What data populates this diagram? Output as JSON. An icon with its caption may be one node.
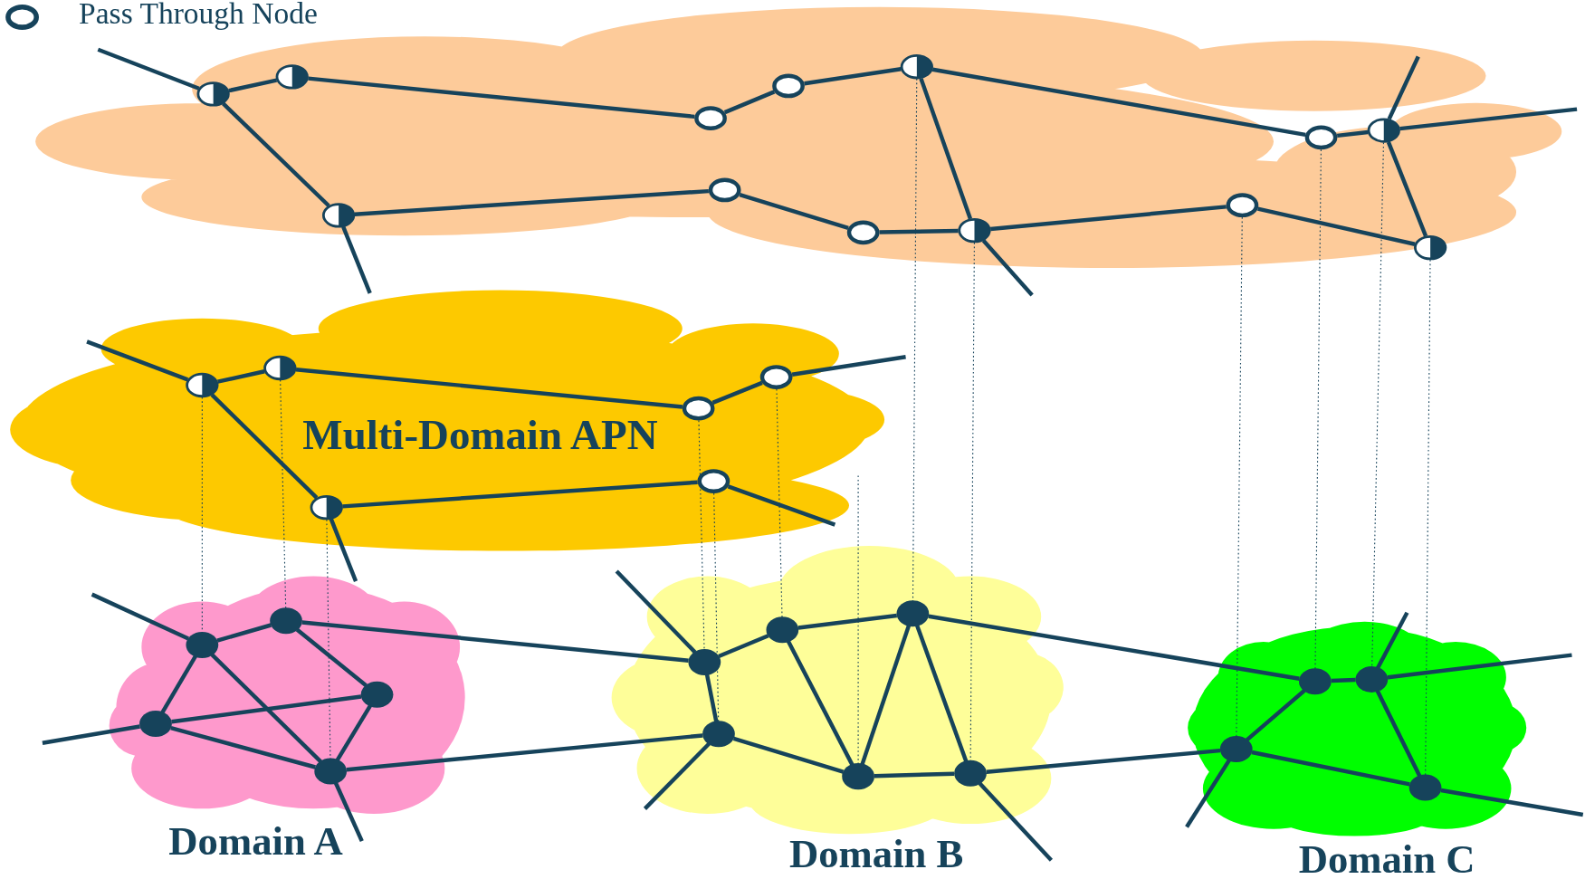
{
  "diagram": {
    "nodes": [
      {
        "text": [],
        "shape": "cloud"
      },
      {
        "text": [],
        "shape": "circle",
        "in": 0
      },
      {
        "text": [],
        "shape": "circle",
        "in": 0
      },
      {
        "text": [],
        "shape": "circle",
        "in": 0
      },
      {
        "text": [],
        "shape": "circle",
        "in": 0
      },
      {
        "text": [],
        "shape": "circle",
        "in": 0
      },
      {
        "text": [],
        "shape": "circle",
        "in": 0
      },
      {
        "text": [],
        "shape": "circle",
        "in": 0
      },
      {
        "text": [],
        "shape": "circle",
        "in": 0
      },
      {
        "text": [],
        "shape": "circle",
        "in": 0
      },
      {
        "text": [],
        "shape": "circle",
        "in": 0
      },
      {
        "text": [],
        "shape": "circle",
        "in": 0
      },
      {
        "text": [],
        "shape": "circle",
        "in": 0
      },
      {
        "text": [],
        "shape": "circle",
        "in": 0
      },
      {
        "text": [
          "Multi-Domain APN"
        ]
      },
      {
        "text": [],
        "shape": "circle",
        "in": 14
      },
      {
        "text": [],
        "shape": "circle",
        "in": 14
      },
      {
        "text": [],
        "shape": "circle",
        "in": 14
      },
      {
        "text": [],
        "shape": "circle",
        "in": 14
      },
      {
        "text": [],
        "shape": "circle",
        "in": 14
      },
      {
        "text": [],
        "shape": "circle",
        "in": 14
      },
      {
        "text": [
          "Domain A"
        ]
      },
      {
        "text": [],
        "shape": "circle",
        "in": 21
      },
      {
        "text": [],
        "shape": "circle",
        "in": 21
      },
      {
        "text": [],
        "shape": "circle",
        "in": 21
      },
      {
        "text": [],
        "shape": "circle",
        "in": 21
      },
      {
        "text": [],
        "shape": "circle",
        "in": 21
      },
      {
        "text": [
          "Domain B"
        ]
      },
      {
        "text": [],
        "shape": "circle",
        "in": 27
      },
      {
        "text": [],
        "shape": "circle",
        "in": 27
      },
      {
        "text": [],
        "shape": "circle",
        "in": 27
      },
      {
        "text": [],
        "shape": "circle",
        "in": 27
      },
      {
        "text": [],
        "shape": "circle",
        "in": 27
      },
      {
        "text": [],
        "shape": "circle",
        "in": 27
      },
      {
        "text": [
          "Domain C"
        ]
      },
      {
        "text": [],
        "shape": "circle",
        "in": 34
      },
      {
        "text": [],
        "shape": "circle",
        "in": 34
      },
      {
        "text": [],
        "shape": "circle",
        "in": 34
      },
      {
        "text": [],
        "shape": "circle",
        "in": 34
      }
    ],
    "edges": [
      {
        "from": null,
        "to": 1,
        "arrow": "none"
      },
      {
        "from": 1,
        "to": 2,
        "arrow": "none"
      },
      {
        "from": 2,
        "to": 3,
        "arrow": "none"
      },
      {
        "from": 3,
        "to": 4,
        "arrow": "none"
      },
      {
        "from": 4,
        "to": 5,
        "arrow": "none"
      },
      {
        "from": 5,
        "to": 6,
        "arrow": "none"
      },
      {
        "from": 6,
        "to": 7,
        "arrow": "none"
      },
      {
        "from": 7,
        "to": null,
        "arrow": "none"
      },
      {
        "from": 7,
        "to": null,
        "arrow": "none"
      },
      {
        "from": 7,
        "to": 13,
        "arrow": "none"
      },
      {
        "from": 5,
        "to": 11,
        "arrow": "none"
      },
      {
        "from": 1,
        "to": 8,
        "arrow": "none"
      },
      {
        "from": 8,
        "to": 14,
        "arrow": "none"
      },
      {
        "from": 8,
        "to": 9,
        "arrow": "none"
      },
      {
        "from": 9,
        "to": 10,
        "arrow": "none"
      },
      {
        "from": 10,
        "to": 11,
        "arrow": "none"
      },
      {
        "from": 11,
        "to": null,
        "arrow": "none"
      },
      {
        "from": 11,
        "to": 12,
        "arrow": "none"
      },
      {
        "from": 12,
        "to": 13,
        "arrow": "none"
      },
      {
        "from": null,
        "to": 15,
        "arrow": "none"
      },
      {
        "from": 15,
        "to": 16,
        "arrow": "none"
      },
      {
        "from": 16,
        "to": 17,
        "arrow": "none"
      },
      {
        "from": 17,
        "to": 18,
        "arrow": "none"
      },
      {
        "from": 18,
        "to": null,
        "arrow": "none"
      },
      {
        "from": 15,
        "to": 19,
        "arrow": "none"
      },
      {
        "from": 19,
        "to": 21,
        "arrow": "none"
      },
      {
        "from": 19,
        "to": 20,
        "arrow": "none"
      },
      {
        "from": 20,
        "to": null,
        "arrow": "none"
      },
      {
        "from": null,
        "to": 22,
        "arrow": "none"
      },
      {
        "from": 22,
        "to": 23,
        "arrow": "none"
      },
      {
        "from": 23,
        "to": 24,
        "arrow": "none"
      },
      {
        "from": 22,
        "to": 25,
        "arrow": "none"
      },
      {
        "from": 22,
        "to": 26,
        "arrow": "none"
      },
      {
        "from": 24,
        "to": 26,
        "arrow": "none"
      },
      {
        "from": 25,
        "to": 24,
        "arrow": "none"
      },
      {
        "from": 25,
        "to": 26,
        "arrow": "none"
      },
      {
        "from": 26,
        "to": null,
        "arrow": "none"
      },
      {
        "from": null,
        "to": 25,
        "arrow": "none"
      },
      {
        "from": 23,
        "to": 28,
        "arrow": "none"
      },
      {
        "from": 26,
        "to": 31,
        "arrow": "none"
      },
      {
        "from": null,
        "to": 28,
        "arrow": "none"
      },
      {
        "from": 28,
        "to": 29,
        "arrow": "none"
      },
      {
        "from": 28,
        "to": 31,
        "arrow": "none"
      },
      {
        "from": 29,
        "to": 30,
        "arrow": "none"
      },
      {
        "from": 29,
        "to": 32,
        "arrow": "none"
      },
      {
        "from": 30,
        "to": 32,
        "arrow": "none"
      },
      {
        "from": 30,
        "to": 33,
        "arrow": "none"
      },
      {
        "from": 31,
        "to": 32,
        "arrow": "none"
      },
      {
        "from": 31,
        "to": null,
        "arrow": "none"
      },
      {
        "from": 32,
        "to": 33,
        "arrow": "none"
      },
      {
        "from": 33,
        "to": null,
        "arrow": "none"
      },
      {
        "from": 30,
        "to": 35,
        "arrow": "none"
      },
      {
        "from": 33,
        "to": 37,
        "arrow": "none"
      },
      {
        "from": 35,
        "to": 36,
        "arrow": "none"
      },
      {
        "from": 36,
        "to": null,
        "arrow": "none"
      },
      {
        "from": 36,
        "to": null,
        "arrow": "none"
      },
      {
        "from": 35,
        "to": 37,
        "arrow": "none"
      },
      {
        "from": 36,
        "to": 38,
        "arrow": "none"
      },
      {
        "from": 37,
        "to": 38,
        "arrow": "none"
      },
      {
        "from": 37,
        "to": null,
        "arrow": "none"
      },
      {
        "from": 38,
        "to": null,
        "arrow": "none"
      },
      {
        "from": 15,
        "to": 22,
        "arrow": "none",
        "style": "dashed"
      },
      {
        "from": 16,
        "to": 23,
        "arrow": "none",
        "style": "dashed"
      },
      {
        "from": 19,
        "to": 26,
        "arrow": "none",
        "style": "dashed"
      },
      {
        "from": 17,
        "to": 28,
        "arrow": "none",
        "style": "dashed"
      },
      {
        "from": 20,
        "to": 31,
        "arrow": "none",
        "style": "dashed"
      },
      {
        "from": 18,
        "to": 29,
        "arrow": "none",
        "style": "dashed"
      },
      {
        "from": 32,
        "to": 14,
        "arrow": "none",
        "style": "dashed"
      },
      {
        "from": 5,
        "to": 30,
        "arrow": "none",
        "style": "dashed"
      },
      {
        "from": 11,
        "to": 33,
        "arrow": "none",
        "style": "dashed"
      },
      {
        "from": 12,
        "to": 37,
        "arrow": "none",
        "style": "dashed"
      },
      {
        "from": 6,
        "to": 35,
        "arrow": "none",
        "style": "dashed"
      },
      {
        "from": 7,
        "to": 36,
        "arrow": "none",
        "style": "dashed"
      },
      {
        "from": 13,
        "to": 38,
        "arrow": "none",
        "style": "dashed"
      }
    ],
    "legend": [
      {
        "text": "Pass Through Node"
      }
    ]
  }
}
